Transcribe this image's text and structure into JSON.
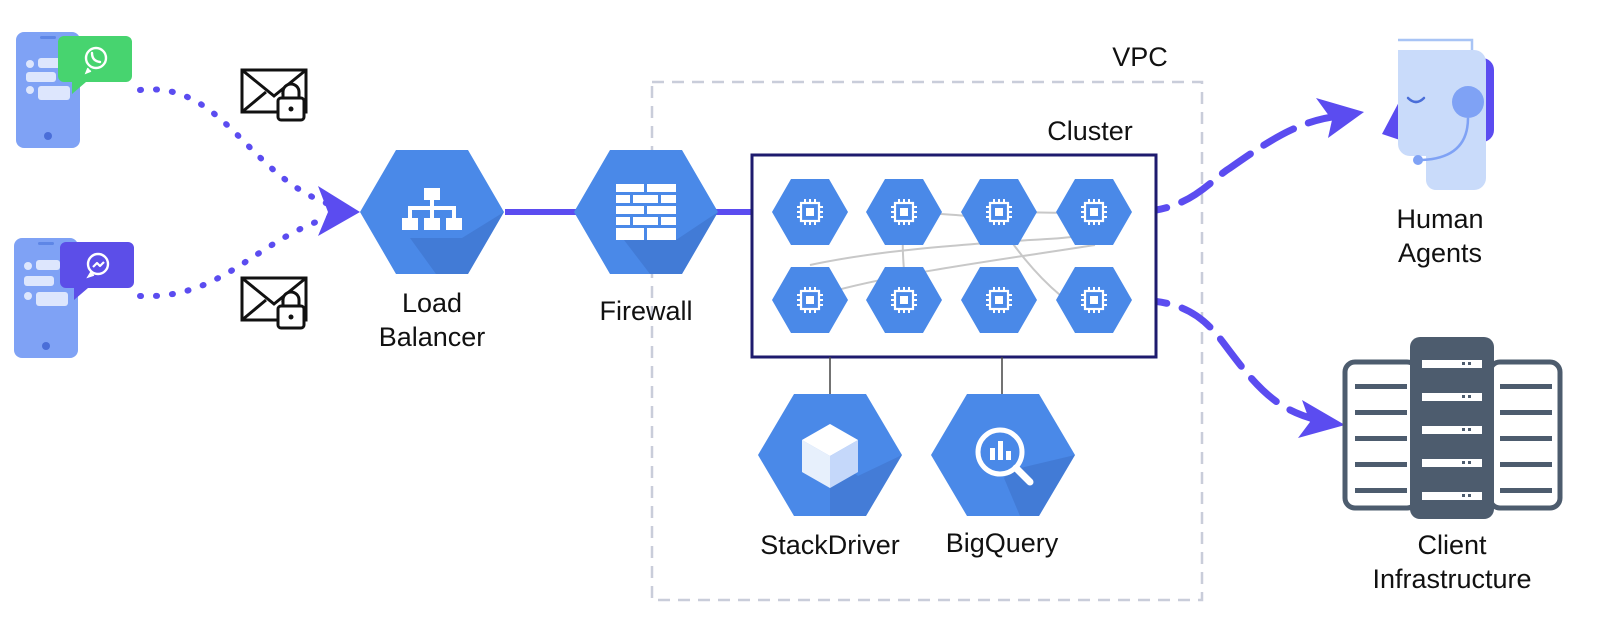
{
  "labels": {
    "vpc": "VPC",
    "cluster": "Cluster",
    "load_balancer_line1": "Load",
    "load_balancer_line2": "Balancer",
    "firewall": "Firewall",
    "stackdriver": "StackDriver",
    "bigquery": "BigQuery",
    "human_agents_line1": "Human",
    "human_agents_line2": "Agents",
    "client_infra_line1": "Client",
    "client_infra_line2": "Infrastructure"
  },
  "icons": {
    "channel_1": "whatsapp-icon",
    "channel_2": "messenger-icon",
    "envelope": "envelope-lock-icon",
    "load_balancer": "sitemap-icon",
    "firewall": "brick-wall-icon",
    "compute_node": "cpu-chip-icon",
    "stackdriver": "cube-icon",
    "bigquery": "search-chart-icon",
    "human_agents": "headset-agent-icon",
    "client_infrastructure": "server-rack-icon"
  },
  "colors": {
    "hex_blue": "#4A89E8",
    "hex_shadow": "#3D6FC6",
    "connector_purple": "#5B4CF0",
    "whatsapp_green": "#47D46F",
    "messenger_purple": "#5C4EE8",
    "phone_blue": "#7FA2F5",
    "cluster_border": "#1E1B6E",
    "vpc_border": "#C9CDDA",
    "server_dark": "#4D5C6E"
  }
}
